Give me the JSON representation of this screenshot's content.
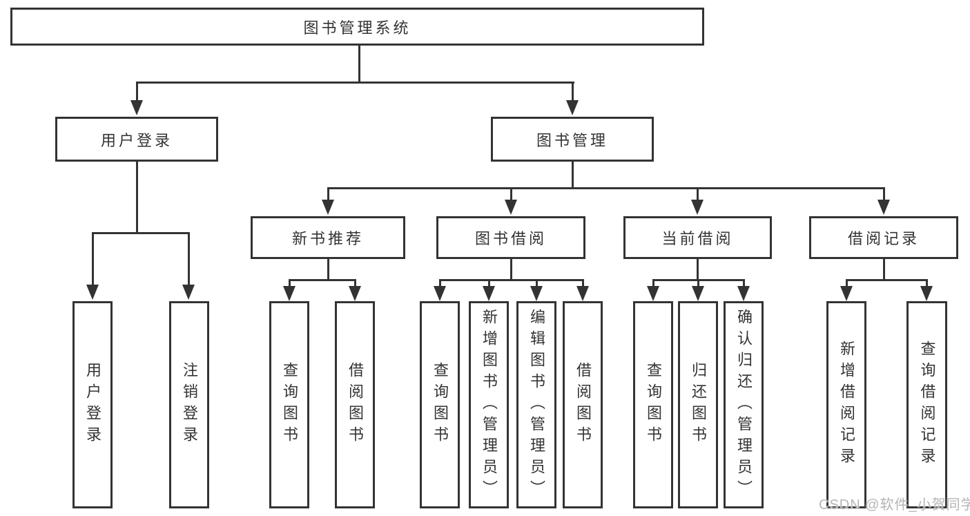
{
  "nodes": {
    "root": "图书管理系统",
    "user_login": "用户登录",
    "book_mgmt": "图书管理",
    "new_book_rec": "新书推荐",
    "book_borrow": "图书借阅",
    "current_borrow": "当前借阅",
    "borrow_record": "借阅记录",
    "leaf_user_login": "用户登录",
    "leaf_logout": "注销登录",
    "leaf_rec_query": "查询图书",
    "leaf_rec_borrow": "借阅图书",
    "leaf_bb_query": "查询图书",
    "leaf_bb_add": "新增图书（管理员）",
    "leaf_bb_edit": "编辑图书（管理员）",
    "leaf_bb_borrow": "借阅图书",
    "leaf_cb_query": "查询图书",
    "leaf_cb_return": "归还图书",
    "leaf_cb_confirm": "确认归还（管理员）",
    "leaf_br_add": "新增借阅记录",
    "leaf_br_query": "查询借阅记录"
  },
  "watermark": "CSDN @软件_小贺同学",
  "colors": {
    "line": "#333333",
    "text": "#333333",
    "watermark": "#b4b4b4",
    "background": "#ffffff"
  }
}
